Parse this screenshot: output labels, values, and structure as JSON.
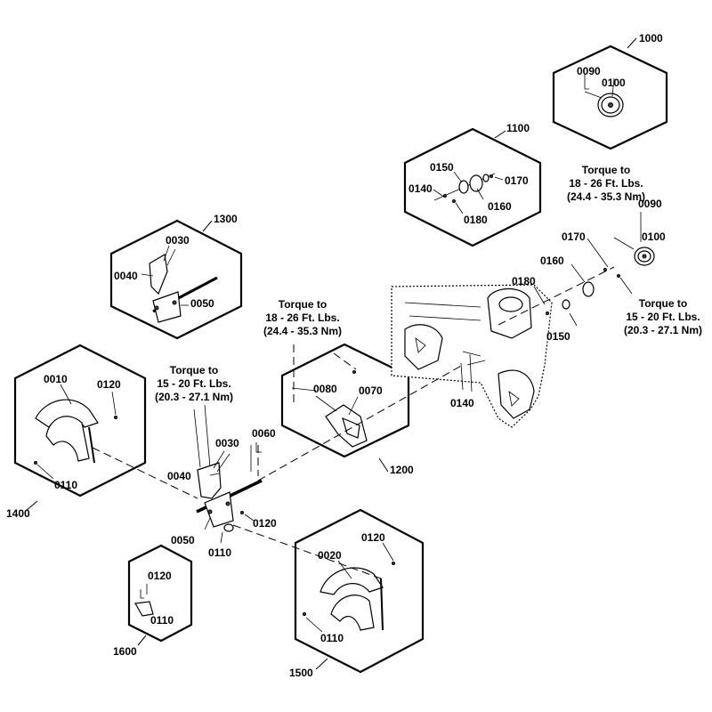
{
  "callouts": {
    "c1000": "1000",
    "c1100": "1100",
    "c1200": "1200",
    "c1300": "1300",
    "c1400": "1400",
    "c1500": "1500",
    "c1600": "1600"
  },
  "parts": {
    "h1000_0090": "0090",
    "h1000_0100": "0100",
    "h1100_0150": "0150",
    "h1100_0170": "0170",
    "h1100_0140": "0140",
    "h1100_0160": "0160",
    "h1100_0180": "0180",
    "h1300_0030": "0030",
    "h1300_0040": "0040",
    "h1300_0050": "0050",
    "h1400_0010": "0010",
    "h1400_0120": "0120",
    "h1400_0110": "0110",
    "h1200_0080": "0080",
    "h1200_0070": "0070",
    "h1500_0120": "0120",
    "h1500_0020": "0020",
    "h1500_0110": "0110",
    "h1600_0120": "0120",
    "h1600_0110": "0110",
    "m_0090": "0090",
    "m_0100": "0100",
    "m_0170": "0170",
    "m_0160": "0160",
    "m_0180": "0180",
    "m_0150": "0150",
    "m_0140": "0140",
    "m_0030": "0030",
    "m_0060": "0060",
    "m_0040": "0040",
    "m_0050": "0050",
    "m_0110": "0110",
    "m_0120": "0120"
  },
  "torque": {
    "right_top": {
      "l1": "Torque to",
      "l2": "18 - 26 Ft. Lbs.",
      "l3": "(24.4 - 35.3 Nm)"
    },
    "right_bottom": {
      "l1": "Torque to",
      "l2": "15 - 20 Ft. Lbs.",
      "l3": "(20.3 - 27.1 Nm)"
    },
    "center": {
      "l1": "Torque to",
      "l2": "18 - 26 Ft. Lbs.",
      "l3": "(24.4 - 35.3 Nm)"
    },
    "left": {
      "l1": "Torque to",
      "l2": "15 - 20 Ft. Lbs.",
      "l3": "(20.3 - 27.1 Nm)"
    }
  }
}
